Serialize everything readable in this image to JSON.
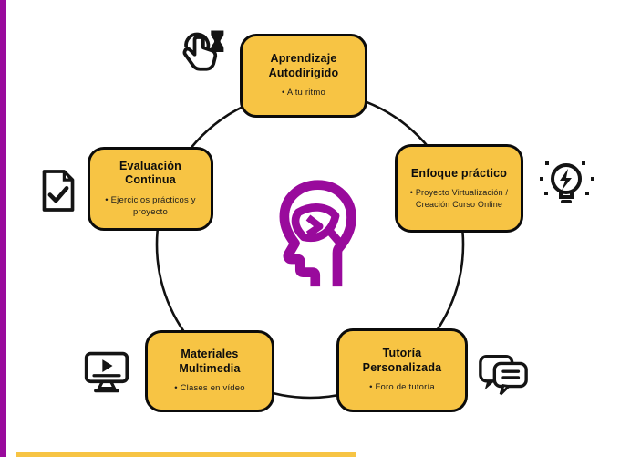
{
  "colors": {
    "accent-purple": "#990A9C",
    "node-yellow": "#F7C444",
    "outline-black": "#111111"
  },
  "center": {
    "icon": "head-leaf-icon"
  },
  "nodes": [
    {
      "title": "Aprendizaje Autodirigido",
      "bullet": "• A tu ritmo",
      "icon": "tap-hourglass-icon",
      "position": "top"
    },
    {
      "title": "Enfoque práctico",
      "bullet": "• Proyecto Virtualización / Creación Curso Online",
      "icon": "lightbulb-bolt-icon",
      "position": "right"
    },
    {
      "title": "Tutoría Personalizada",
      "bullet": "• Foro de tutoría",
      "icon": "chat-bubbles-icon",
      "position": "bottom-right"
    },
    {
      "title": "Materiales Multimedia",
      "bullet": "• Clases en vídeo",
      "icon": "video-monitor-icon",
      "position": "bottom-left"
    },
    {
      "title": "Evaluación Continua",
      "bullet": "• Ejercicios prácticos y proyecto",
      "icon": "document-check-icon",
      "position": "left"
    }
  ]
}
